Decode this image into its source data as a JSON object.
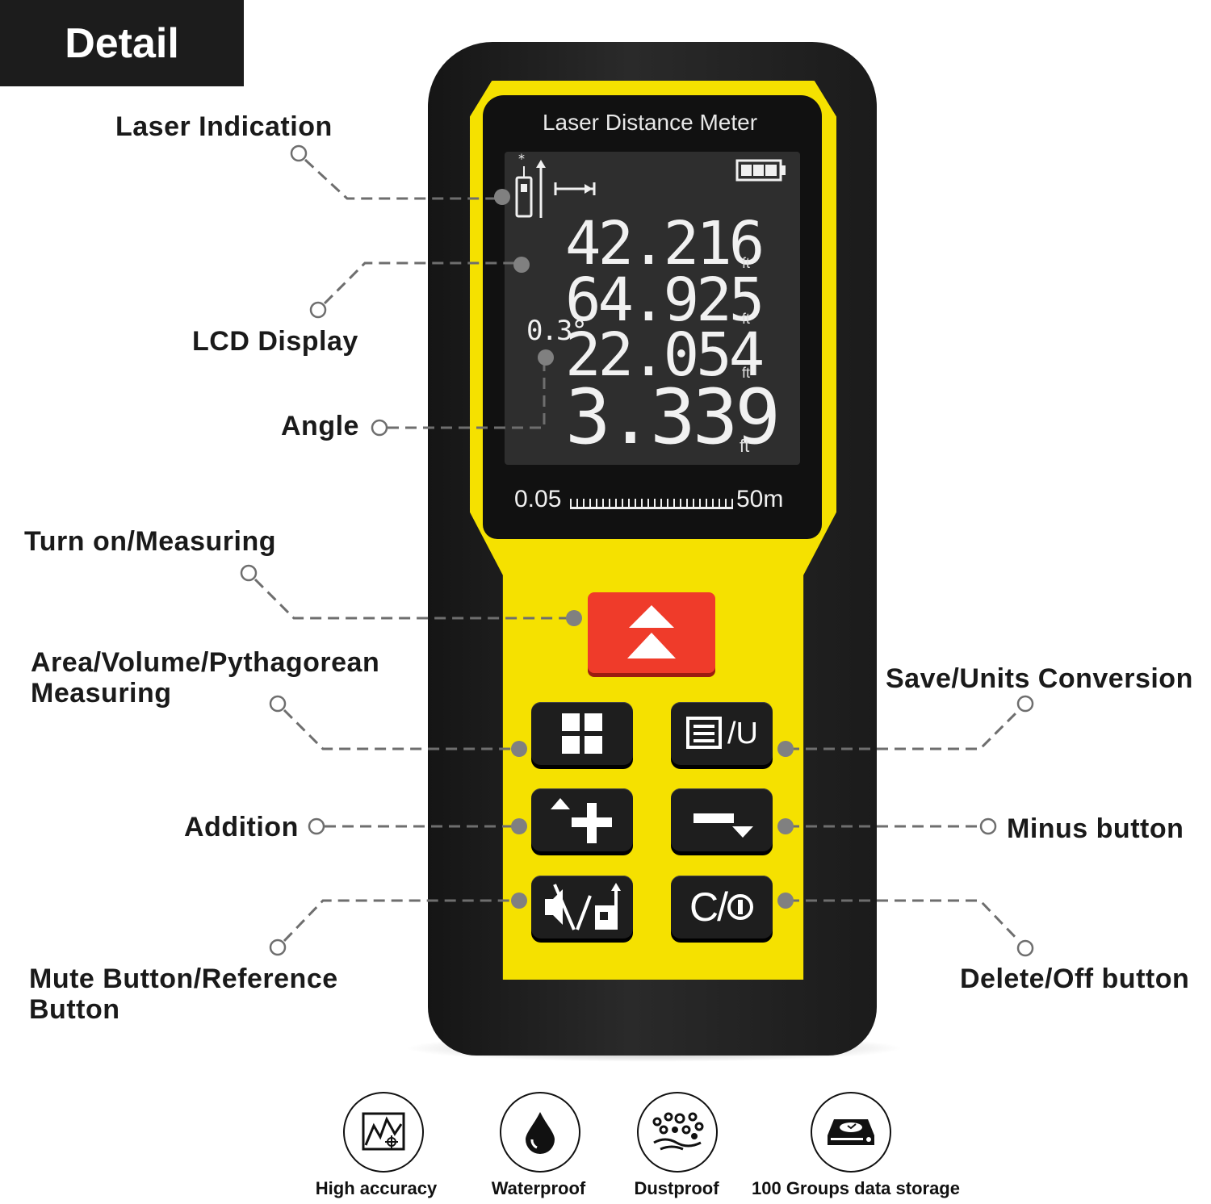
{
  "header": {
    "title": "Detail"
  },
  "device": {
    "screen_title": "Laser Distance Meter",
    "readings": [
      {
        "value": "42.216",
        "unit": "ft"
      },
      {
        "value": "64.925",
        "unit": "ft"
      },
      {
        "value": "22.054",
        "unit": "ft"
      },
      {
        "value": "3.339",
        "unit": "ft"
      }
    ],
    "angle": "0.3°",
    "scale_start": "0.05",
    "scale_end": "50m",
    "colors": {
      "body": "#1e1e1e",
      "frame": "#f5e100",
      "measure_key": "#ef3b2a",
      "lcd": "#2e2e2e"
    }
  },
  "callouts": {
    "laser_indication": "Laser Indication",
    "lcd_display": "LCD Display",
    "angle": "Angle",
    "turn_on": "Turn on/Measuring",
    "area_volume": "Area/Volume/Pythagorean Measuring",
    "save_units": "Save/Units Conversion",
    "addition": "Addition",
    "minus": "Minus button",
    "mute_reference": "Mute Button/Reference Button",
    "delete_off": "Delete/Off button"
  },
  "keys": {
    "save_label": "/U",
    "delete_label": "C/"
  },
  "features": [
    {
      "label": "High accuracy",
      "icon": "mountain-chart-icon"
    },
    {
      "label": "Waterproof",
      "icon": "water-drop-icon"
    },
    {
      "label": "Dustproof",
      "icon": "dust-particles-icon"
    },
    {
      "label": "100 Groups data storage",
      "icon": "hard-drive-icon"
    }
  ]
}
